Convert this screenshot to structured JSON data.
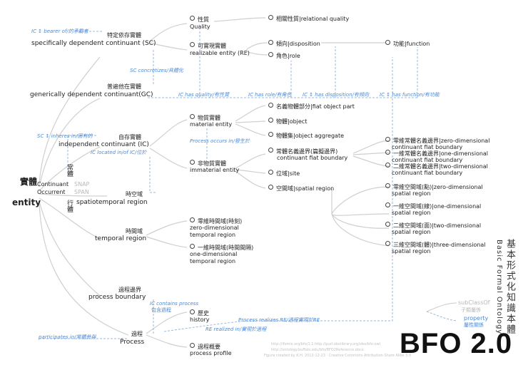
{
  "root": {
    "zh": "實體",
    "en": "entity"
  },
  "branch_continuant": {
    "zh": "常體",
    "en": "Continuant",
    "snap": "SNAP"
  },
  "branch_occurrent": {
    "zh": "行體",
    "en": "Occurrent",
    "span": "SPAN"
  },
  "sdc": {
    "zh": "特定依存實體",
    "en": "specifically dependent continuant (SC)"
  },
  "quality": {
    "zh": "性質",
    "en": "Quality"
  },
  "relational_quality": "相關性質|relational quality",
  "realizable": {
    "zh": "可實現實體",
    "en": "realizable entity (RE)"
  },
  "disposition": "傾向|disposition",
  "function": "功能|function",
  "role": "角色|role",
  "gdc": {
    "zh": "普遍他在實體",
    "en": "generically dependent continuant(GC)"
  },
  "ic": {
    "zh": "自存實體",
    "en": "independent continuant (IC)"
  },
  "material_entity": {
    "zh": "物質實體",
    "en": "material entity"
  },
  "fiat_object_part": "名義物體部分|fiat object part",
  "object": "物體|object",
  "object_aggregate": "物體集|object aggregate",
  "immaterial_entity": {
    "zh": "非物質實體",
    "en": "immaterial entity"
  },
  "cfb": {
    "zh": "常體名義邊界(篇擬邊界)",
    "en": "continuant fiat boundary"
  },
  "zero_d_cfb": {
    "zh": "零維常體名義邊界|zero-dimensional",
    "en": "continuant fiat boundary"
  },
  "one_d_cfb": {
    "zh": "一維常體名義邊界|one-dimensional",
    "en": "continuant fiat boundary"
  },
  "two_d_cfb": {
    "zh": "二維常體名義邊界|two-dimensional",
    "en": "continuant fiat boundary"
  },
  "site": "位域|site",
  "spatial_region": "空間域|spatial region",
  "zero_d_sr": {
    "zh": "零維空間域(點)|zero-dimensional",
    "en": "spatial region"
  },
  "one_d_sr": {
    "zh": "一維空間域(線)|one-dimensional",
    "en": "spatial region"
  },
  "two_d_sr": {
    "zh": "二維空間域(面)|two-dimensional",
    "en": "spatial region"
  },
  "three_d_sr": {
    "zh": "三維空間域(體)|three-dimensional",
    "en": "spatial region"
  },
  "str": {
    "zh": "時空域",
    "en": "spatiotemporal region"
  },
  "tr": {
    "zh": "時間域",
    "en": "temporal region"
  },
  "zero_d_tr": {
    "zh": "零維時間域(時刻)",
    "en1": "zero-dimensional",
    "en2": "temporal region"
  },
  "one_d_tr": {
    "zh": "一維時間域(時間間隔)",
    "en1": "one-dimensional",
    "en2": "temporal region"
  },
  "process_boundary": {
    "zh": "過程邊界",
    "en": "process boundary"
  },
  "process": {
    "zh": "過程",
    "en": "Process"
  },
  "history": {
    "zh": "歷史",
    "en": "history"
  },
  "process_profile": {
    "zh": "過程概要",
    "en": "process profile"
  },
  "relations": {
    "bearer_of": "IC ↕ bearer of/的承載者",
    "sc_concretizes": "SC concretizes/具體化",
    "ic_has_quality": "IC has quality/有性質",
    "ic_has_role": "IC has role/有角色",
    "ic_has_disposition": "IC ↕ has disposition/有傾向",
    "ic_has_function": "IC ↕ has function/有功能",
    "sc_inheres_in": "SC ↕ inheres in/固有的",
    "process_occurs_in": "Process occurs in/發生於",
    "ic_located_in": "IC located in/of IC/位於",
    "ic_contains_process_en": "IC contains process",
    "ic_contains_process_zh": "包含過程",
    "process_realizes_re": "Process realizes RE/過程實現於RE",
    "re_realized_in": "RE realized in/實現於過程",
    "participates_in": "participates in/常體參與"
  },
  "legend": {
    "subclass_en": "subClassOf",
    "subclass_zh": "子類屬係",
    "property_en": "property",
    "property_zh": "屬性關係"
  },
  "title": {
    "main": "BFO 2.0",
    "zh": "基本形式化知識本體",
    "en": "Basic Formal Ontology"
  },
  "footer": {
    "url1": "http://ifomis.org/bfo/1.1 http://purl.obolibrary.org/obo/bfo.owl",
    "url2": "http://ontology.buffalo.edu/bfo/BFO2Reference.docx",
    "credit": "Figure created by K.H. 2012-12-23 · Creative Commons Attribution-Share Alike 3.0"
  },
  "colors": {
    "relation": "#4a8ad8",
    "line": "#c9c9c9",
    "dashed": "#9bb7da"
  }
}
